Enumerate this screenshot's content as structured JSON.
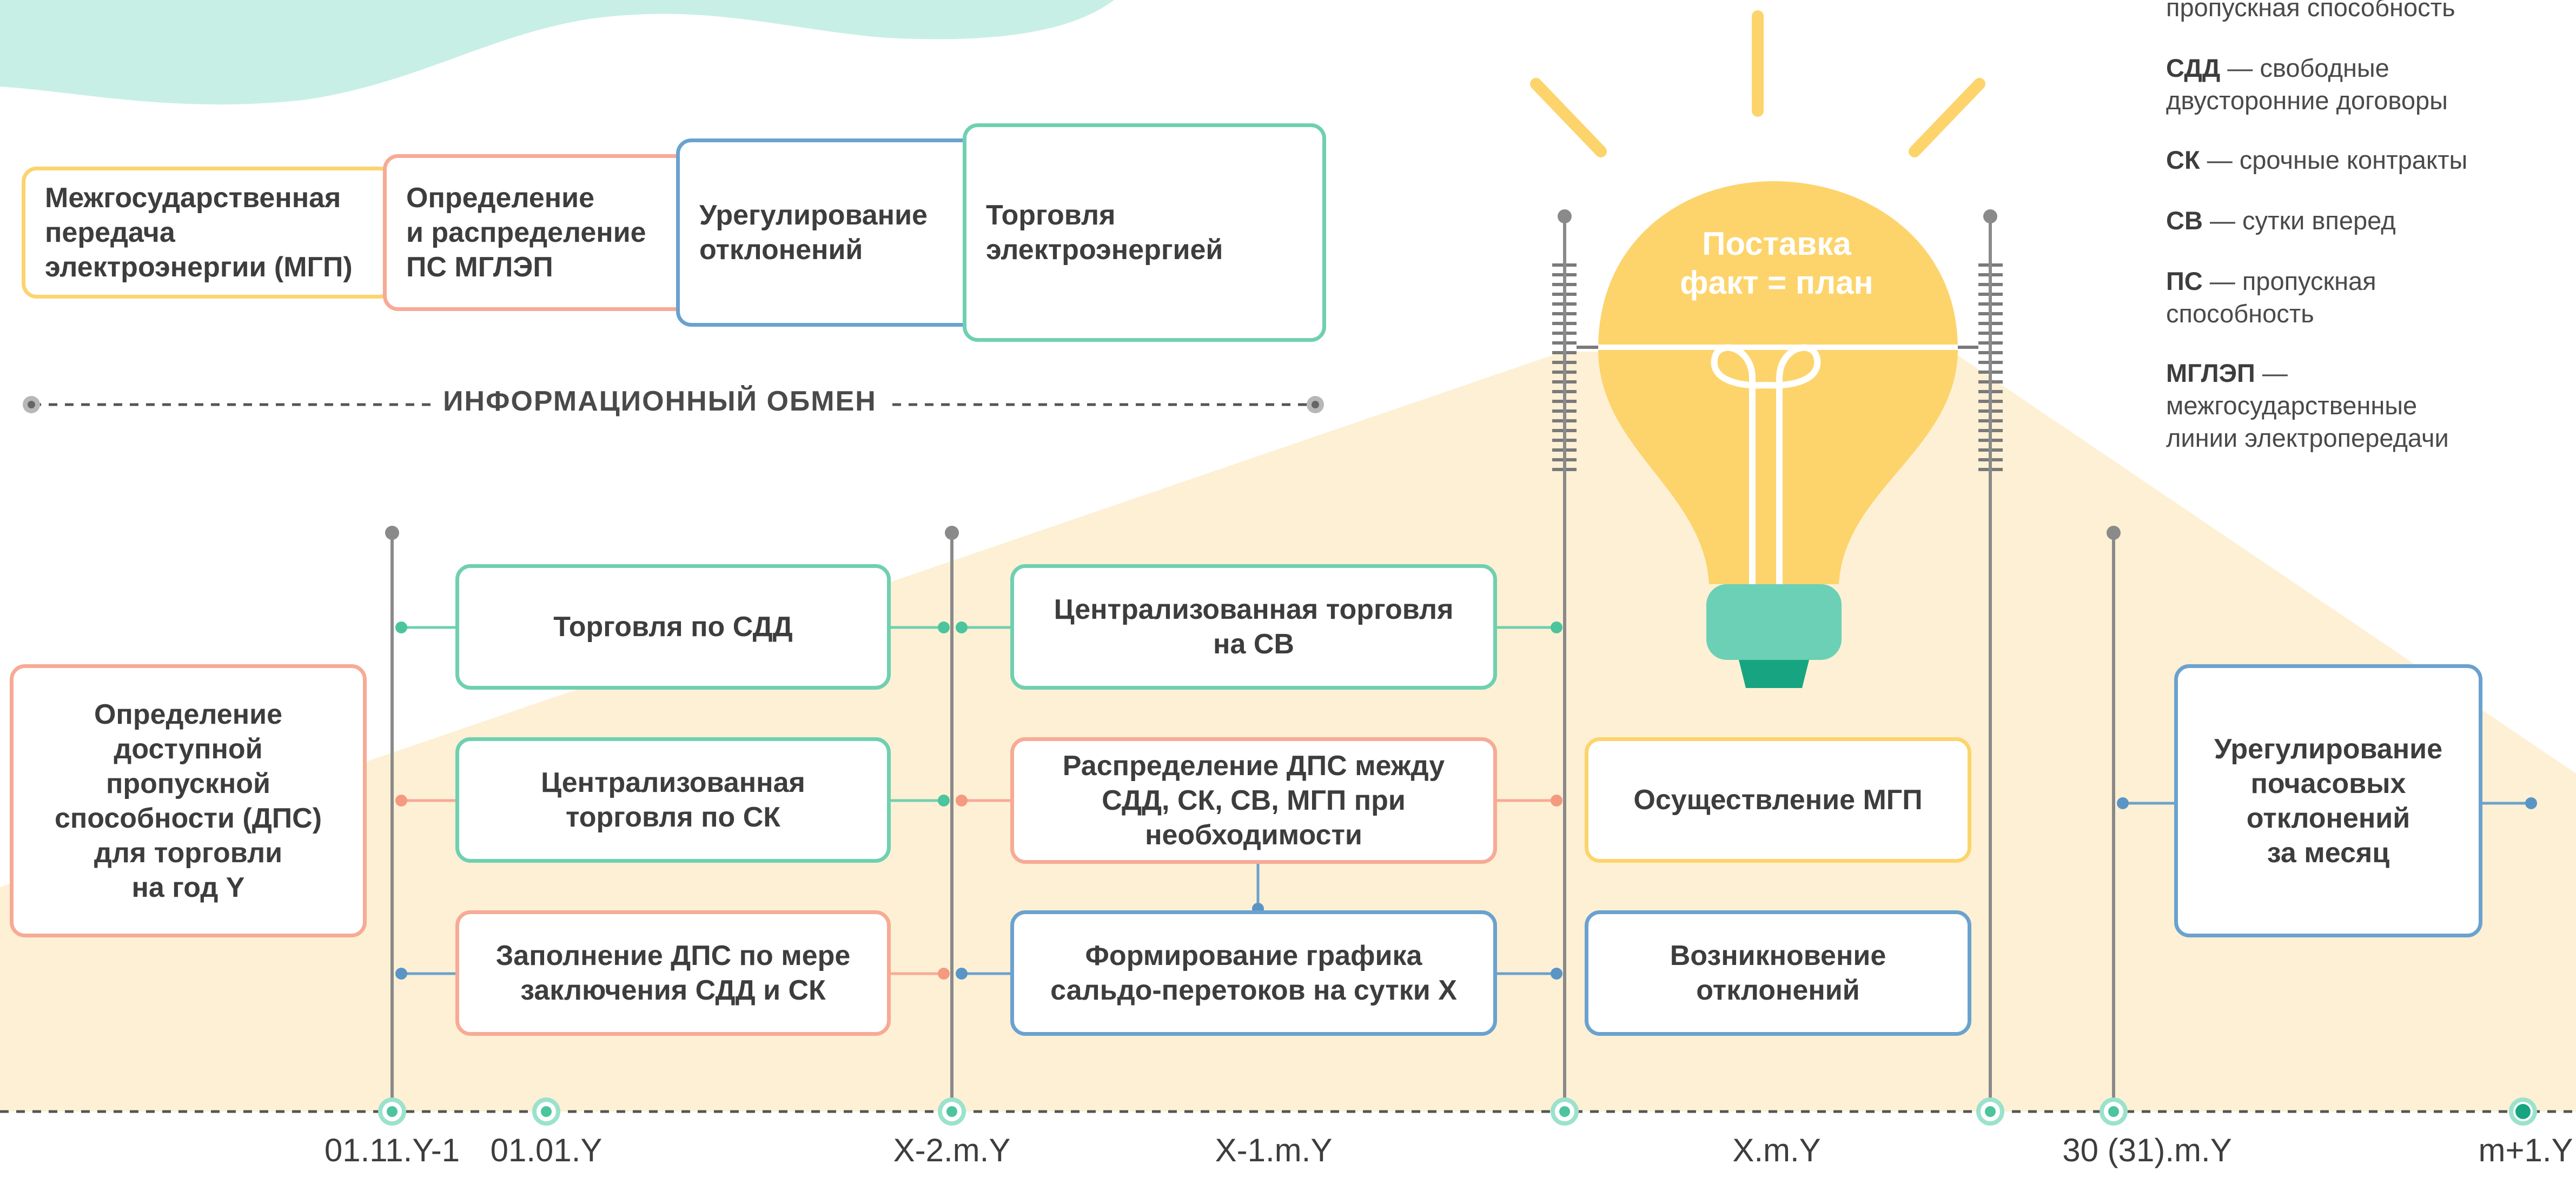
{
  "top_boxes": [
    "Межгосударственная\nпередача\nэлектроэнергии (МГП)",
    "Определение\nи распределение\nПС МГЛЭП",
    "Урегулирование\nотклонений",
    "Торговля\nэлектроэнергией"
  ],
  "info_exchange": "ИНФОРМАЦИОННЫЙ ОБМЕН",
  "bulb_text": "Поставка\nфакт = план",
  "legend_top_fragment": "пропускная способность",
  "legend": [
    {
      "abbr": "СДД",
      "text": " — свободные\nдвусторонние договоры"
    },
    {
      "abbr": "СК",
      "text": " — срочные контракты"
    },
    {
      "abbr": "СВ",
      "text": " — сутки вперед"
    },
    {
      "abbr": "ПС",
      "text": " — пропускная\nспособность"
    },
    {
      "abbr": "МГЛЭП",
      "text": " —\nмежгосударственные\nлинии электропередачи"
    }
  ],
  "flow": {
    "dps_annual": "Определение\nдоступной\nпропускной\nспособности (ДПС)\nдля торговли\nна год Y",
    "sdd_trade": "Торговля по СДД",
    "sk_trade": "Централизованная\nторговля по СК",
    "dps_fill": "Заполнение ДПС по мере\nзаключения СДД и СК",
    "sv_trade": "Централизованная торговля\nна СВ",
    "dps_distribution": "Распределение ДПС между\nСДД, СК, СВ, МГП при\nнеобходимости",
    "balance_schedule": "Формирование графика\nсальдо-перетоков на сутки X",
    "mgp_execution": "Осуществление МГП",
    "deviations_arise": "Возникновение\nотклонений",
    "monthly_settlement": "Урегулирование\nпочасовых\nотклонений\nза месяц"
  },
  "dates": [
    "01.11.Y-1",
    "01.01.Y",
    "X-2.m.Y",
    "X-1.m.Y",
    "X.m.Y",
    "30 (31).m.Y",
    "m+1.Y"
  ],
  "colors": {
    "yellow": "#fdd46c",
    "salmon": "#f7aa95",
    "blue": "#6aa2cf",
    "green": "#6fd0b0",
    "beam": "#fdf0d4",
    "wave": "#c8efe5"
  }
}
